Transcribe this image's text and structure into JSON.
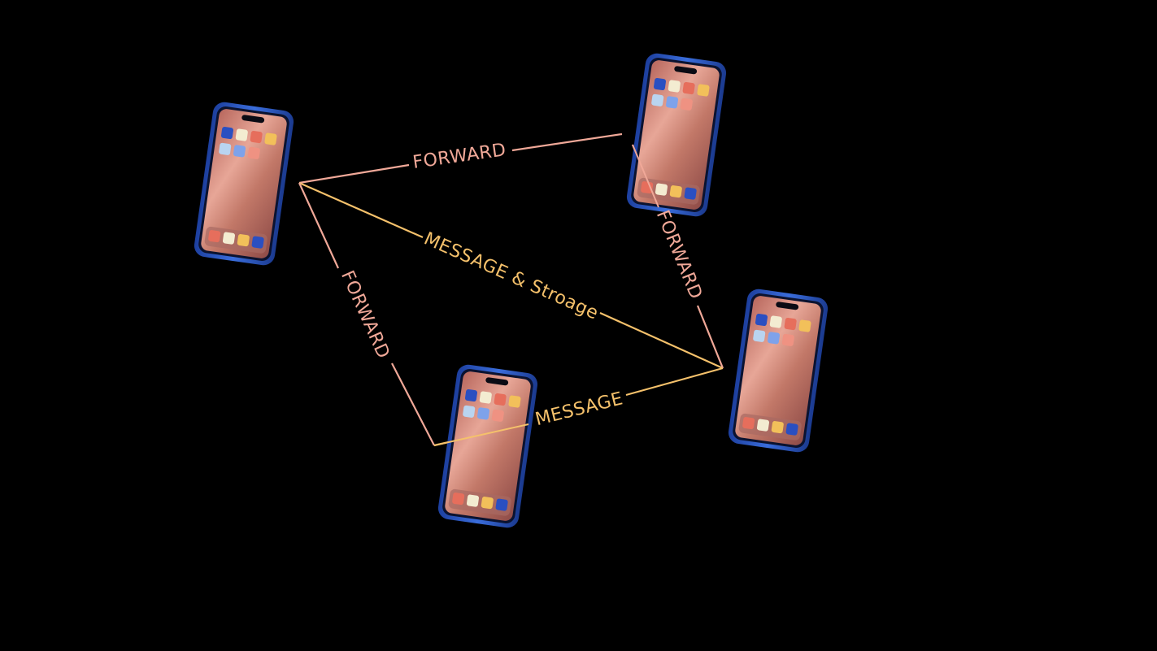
{
  "colors": {
    "background": "#000000",
    "forward": "#f0a898",
    "message": "#f5c16b",
    "phone_frame": "#2f5fc9",
    "screen_light": "#e2a293",
    "screen_dark": "#b5645a"
  },
  "nodes": [
    {
      "id": "phone-top-left",
      "icon": "smartphone-icon"
    },
    {
      "id": "phone-top-right",
      "icon": "smartphone-icon"
    },
    {
      "id": "phone-bottom-middle",
      "icon": "smartphone-icon"
    },
    {
      "id": "phone-right",
      "icon": "smartphone-icon"
    }
  ],
  "edges": [
    {
      "from": "phone-top-left",
      "to": "phone-top-right",
      "label": "FORWARD",
      "type": "forward"
    },
    {
      "from": "phone-top-left",
      "to": "phone-right",
      "label": "MESSAGE & Stroage",
      "type": "message"
    },
    {
      "from": "phone-top-left",
      "to": "phone-bottom-middle",
      "label": "FORWARD",
      "type": "forward"
    },
    {
      "from": "phone-top-right",
      "to": "phone-right",
      "label": "FORWARD",
      "type": "forward"
    },
    {
      "from": "phone-bottom-middle",
      "to": "phone-right",
      "label": "MESSAGE",
      "type": "message"
    }
  ]
}
